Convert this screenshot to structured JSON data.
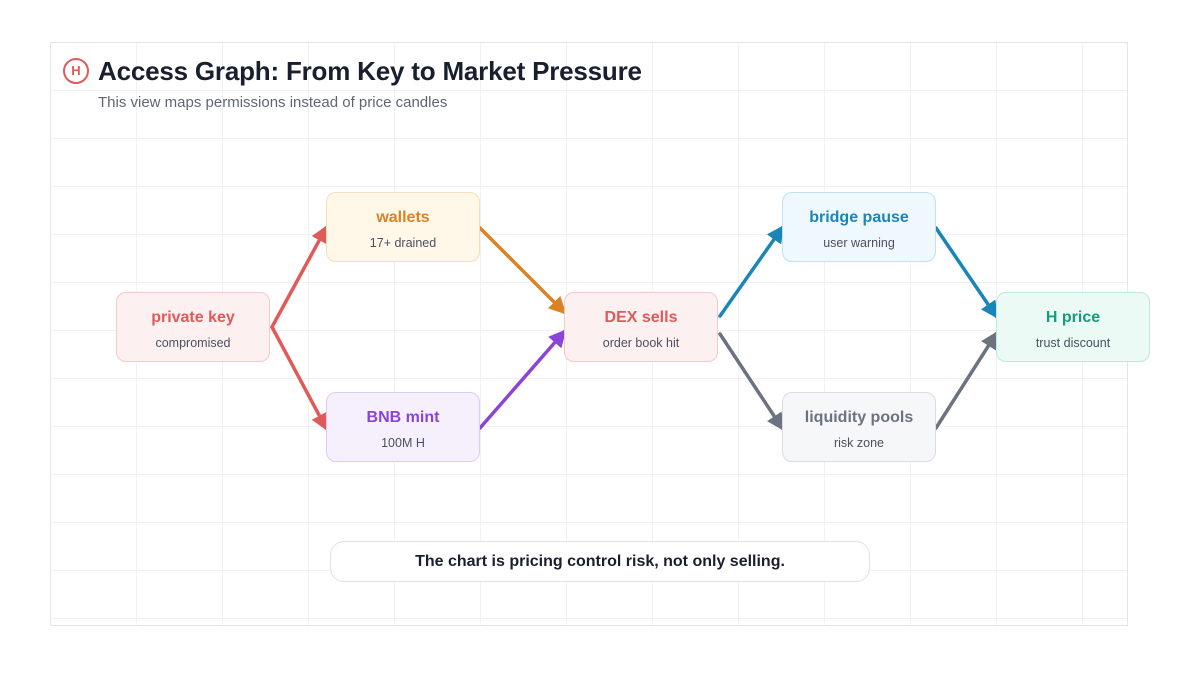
{
  "header": {
    "logo_letter": "H",
    "title": "Access Graph: From Key to Market Pressure",
    "subtitle": "This view maps permissions instead of price candles"
  },
  "nodes": [
    {
      "id": "private-key",
      "title": "private key",
      "sub": "compromised",
      "color": "#e05a5a",
      "bg": "#fdf0f0",
      "border": "#f3c9c9"
    },
    {
      "id": "wallets",
      "title": "wallets",
      "sub": "17+ drained",
      "color": "#d98324",
      "bg": "#fff8e9",
      "border": "#f4dfb8"
    },
    {
      "id": "bnb-mint",
      "title": "BNB mint",
      "sub": "100M H",
      "color": "#8a44d8",
      "bg": "#f6f0fd",
      "border": "#dccbf2"
    },
    {
      "id": "dex-sells",
      "title": "DEX sells",
      "sub": "order book hit",
      "color": "#e05a5a",
      "bg": "#fdf0f0",
      "border": "#f3c9c9"
    },
    {
      "id": "bridge-pause",
      "title": "bridge pause",
      "sub": "user warning",
      "color": "#1a86b8",
      "bg": "#eef8fd",
      "border": "#c2e0ef"
    },
    {
      "id": "liquidity-pools",
      "title": "liquidity pools",
      "sub": "risk zone",
      "color": "#6b7280",
      "bg": "#f6f7f9",
      "border": "#d9dde2"
    },
    {
      "id": "h-price",
      "title": "H price",
      "sub": "trust discount",
      "color": "#169c7c",
      "bg": "#ecfaf5",
      "border": "#bfe7da"
    }
  ],
  "edges": [
    {
      "from": "private-key",
      "to": "wallets",
      "color": "#e05a5a"
    },
    {
      "from": "private-key",
      "to": "bnb-mint",
      "color": "#e05a5a"
    },
    {
      "from": "wallets",
      "to": "dex-sells",
      "color": "#d98324"
    },
    {
      "from": "bnb-mint",
      "to": "dex-sells",
      "color": "#8a44d8"
    },
    {
      "from": "dex-sells",
      "to": "bridge-pause",
      "color": "#1a86b8"
    },
    {
      "from": "dex-sells",
      "to": "liquidity-pools",
      "color": "#6b7280"
    },
    {
      "from": "bridge-pause",
      "to": "h-price",
      "color": "#1a86b8"
    },
    {
      "from": "liquidity-pools",
      "to": "h-price",
      "color": "#6b7280"
    }
  ],
  "callout": {
    "text": "The chart is pricing control risk, not only selling."
  }
}
